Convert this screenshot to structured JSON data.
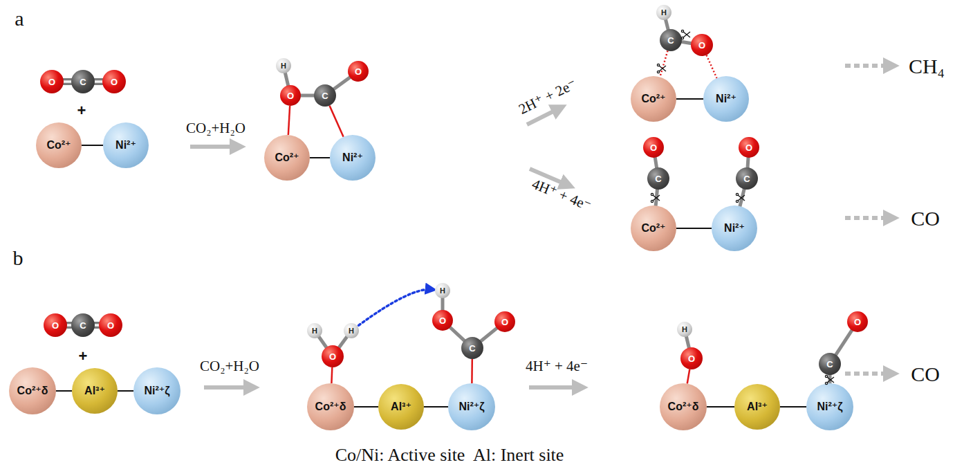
{
  "diagram": {
    "caption": "Co/Ni: Active site  Al: Inert site",
    "nodes": [
      {
        "text": [
          "O"
        ]
      },
      {
        "text": [
          "C"
        ]
      },
      {
        "text": [
          "O"
        ]
      },
      {
        "text": [
          "Co²⁺"
        ]
      },
      {
        "text": [
          "Ni²⁺"
        ]
      },
      {
        "text": [
          "H"
        ]
      },
      {
        "text": [
          "O"
        ]
      },
      {
        "text": [
          "C"
        ]
      },
      {
        "text": [
          "O"
        ]
      },
      {
        "text": [
          "Co²⁺"
        ]
      },
      {
        "text": [
          "Ni²⁺"
        ]
      },
      {
        "text": [
          "H"
        ]
      },
      {
        "text": [
          "C"
        ]
      },
      {
        "text": [
          "O"
        ]
      },
      {
        "text": [
          "Co²⁺"
        ]
      },
      {
        "text": [
          "Ni²⁺"
        ]
      },
      {
        "text": [
          "O"
        ]
      },
      {
        "text": [
          "C"
        ]
      },
      {
        "text": [
          "O"
        ]
      },
      {
        "text": [
          "C"
        ]
      },
      {
        "text": [
          "Co²⁺"
        ]
      },
      {
        "text": [
          "Ni²⁺"
        ]
      },
      {
        "text": [
          "O"
        ]
      },
      {
        "text": [
          "C"
        ]
      },
      {
        "text": [
          "O"
        ]
      },
      {
        "text": [
          "Co²⁺δ"
        ]
      },
      {
        "text": [
          "Al³⁺"
        ]
      },
      {
        "text": [
          "Ni²⁺ζ"
        ]
      },
      {
        "text": [
          "H"
        ]
      },
      {
        "text": [
          "H"
        ]
      },
      {
        "text": [
          "O"
        ]
      },
      {
        "text": [
          "H"
        ]
      },
      {
        "text": [
          "O"
        ]
      },
      {
        "text": [
          "C"
        ]
      },
      {
        "text": [
          "O"
        ]
      },
      {
        "text": [
          "Co²⁺δ"
        ]
      },
      {
        "text": [
          "Al³⁺"
        ]
      },
      {
        "text": [
          "Ni²⁺ζ"
        ]
      },
      {
        "text": [
          "H"
        ]
      },
      {
        "text": [
          "O"
        ]
      },
      {
        "text": [
          "O"
        ]
      },
      {
        "text": [
          "C"
        ]
      },
      {
        "text": [
          "Co²⁺δ"
        ]
      },
      {
        "text": [
          "Al³⁺"
        ]
      },
      {
        "text": [
          "Ni²⁺ζ"
        ]
      }
    ],
    "edges": [
      {
        "from": 0,
        "to": 1,
        "arrow": "none"
      },
      {
        "from": 1,
        "to": 2,
        "arrow": "none"
      },
      {
        "from": 3,
        "to": 4,
        "arrow": "none"
      },
      {
        "from": 5,
        "to": 6,
        "arrow": "none"
      },
      {
        "from": 6,
        "to": 7,
        "arrow": "none"
      },
      {
        "from": 7,
        "to": 8,
        "arrow": "none"
      },
      {
        "from": 6,
        "to": 9,
        "arrow": "none"
      },
      {
        "from": 7,
        "to": 10,
        "arrow": "none"
      },
      {
        "from": 9,
        "to": 10,
        "arrow": "none"
      },
      {
        "from": 11,
        "to": 12,
        "arrow": "none"
      },
      {
        "from": 12,
        "to": 13,
        "arrow": "none"
      },
      {
        "from": 12,
        "to": 14,
        "arrow": "none"
      },
      {
        "from": 13,
        "to": 15,
        "arrow": "none"
      },
      {
        "from": 14,
        "to": 15,
        "arrow": "none"
      },
      {
        "from": 16,
        "to": 17,
        "arrow": "none"
      },
      {
        "from": 17,
        "to": 20,
        "arrow": "none"
      },
      {
        "from": 18,
        "to": 19,
        "arrow": "none"
      },
      {
        "from": 19,
        "to": 21,
        "arrow": "none"
      },
      {
        "from": 20,
        "to": 21,
        "arrow": "none"
      },
      {
        "from": 22,
        "to": 23,
        "arrow": "none"
      },
      {
        "from": 23,
        "to": 24,
        "arrow": "none"
      },
      {
        "from": 25,
        "to": 26,
        "arrow": "none"
      },
      {
        "from": 26,
        "to": 27,
        "arrow": "none"
      },
      {
        "from": 28,
        "to": 30,
        "arrow": "none"
      },
      {
        "from": 29,
        "to": 30,
        "arrow": "none"
      },
      {
        "from": 31,
        "to": 32,
        "arrow": "none"
      },
      {
        "from": 32,
        "to": 33,
        "arrow": "none"
      },
      {
        "from": 33,
        "to": 34,
        "arrow": "none"
      },
      {
        "from": 30,
        "to": 35,
        "arrow": "none"
      },
      {
        "from": 33,
        "to": 37,
        "arrow": "none"
      },
      {
        "from": 35,
        "to": 36,
        "arrow": "none"
      },
      {
        "from": 36,
        "to": 37,
        "arrow": "none"
      },
      {
        "from": 29,
        "to": 31,
        "arrow": "to"
      },
      {
        "from": 38,
        "to": 39,
        "arrow": "none"
      },
      {
        "from": 39,
        "to": 42,
        "arrow": "none"
      },
      {
        "from": 40,
        "to": 41,
        "arrow": "none"
      },
      {
        "from": 41,
        "to": 44,
        "arrow": "none"
      },
      {
        "from": 42,
        "to": 43,
        "arrow": "none"
      },
      {
        "from": 43,
        "to": 44,
        "arrow": "none"
      }
    ],
    "labels": [
      "a",
      "+",
      "CO₂+H₂O",
      "2H⁺ + 2e⁻",
      "4H⁺ + 4e⁻",
      "CH₄",
      "CO",
      "b",
      "+",
      "CO₂+H₂O",
      "4H⁺ + 4e⁻",
      "CO"
    ]
  }
}
